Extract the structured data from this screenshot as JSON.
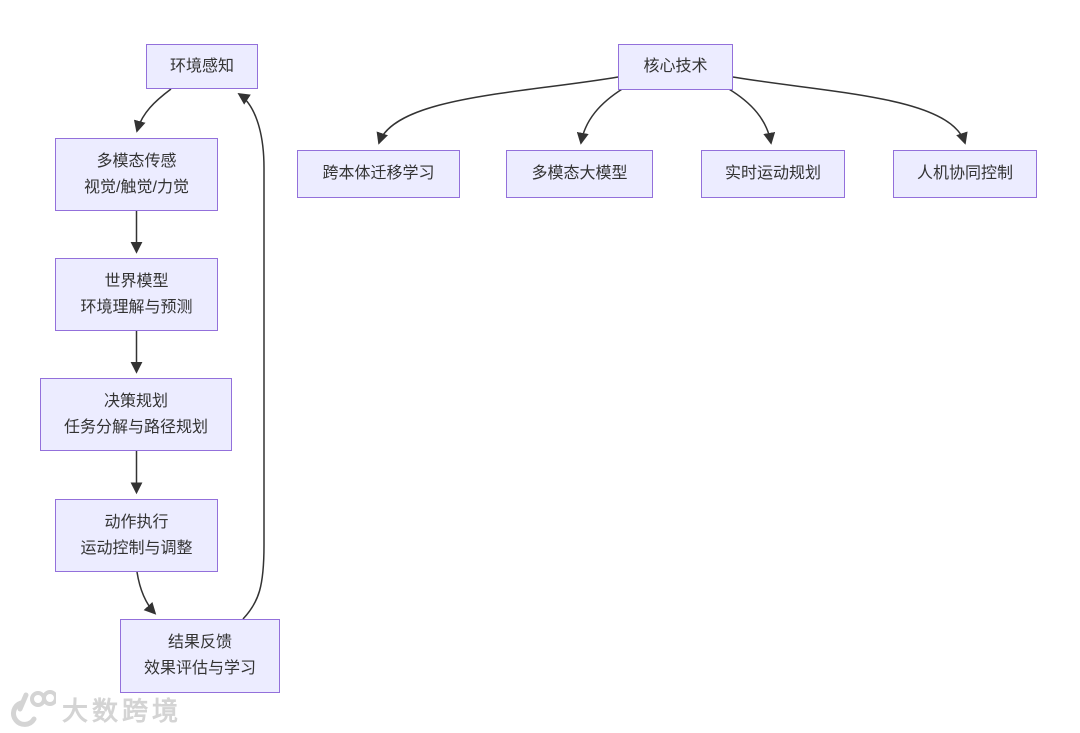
{
  "colors": {
    "node_fill": "#ECECFF",
    "node_border": "#9370DB",
    "edge": "#333333",
    "text": "#333333",
    "watermark": "#d4d4d4"
  },
  "flow": {
    "nodes": {
      "env": {
        "label": "环境感知"
      },
      "sensing": {
        "label": "多模态传感",
        "sub": "视觉/触觉/力觉"
      },
      "world": {
        "label": "世界模型",
        "sub": "环境理解与预测"
      },
      "decision": {
        "label": "决策规划",
        "sub": "任务分解与路径规划"
      },
      "action": {
        "label": "动作执行",
        "sub": "运动控制与调整"
      },
      "feedback": {
        "label": "结果反馈",
        "sub": "效果评估与学习"
      }
    }
  },
  "tech": {
    "root": {
      "label": "核心技术"
    },
    "children": [
      {
        "label": "跨本体迁移学习"
      },
      {
        "label": "多模态大模型"
      },
      {
        "label": "实时运动规划"
      },
      {
        "label": "人机协同控制"
      }
    ]
  },
  "watermark": {
    "brand": "大数跨境"
  }
}
